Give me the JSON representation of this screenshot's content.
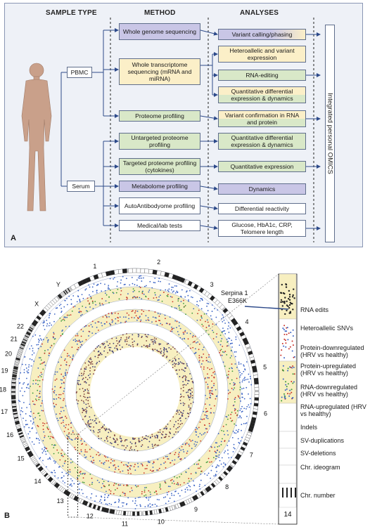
{
  "panel_a": {
    "label": "A",
    "headers": {
      "sample_type": "SAMPLE TYPE",
      "method": "METHOD",
      "analyses": "ANALYSES"
    },
    "samples": {
      "pbmc": "PBMC",
      "serum": "Serum"
    },
    "methods": [
      {
        "id": "wgs",
        "label": "Whole genome sequencing",
        "color": "#c9c6e6"
      },
      {
        "id": "wts",
        "label": "Whole transcriptome sequencing (mRNA and miRNA)",
        "color": "#fbefc8"
      },
      {
        "id": "proteome",
        "label": "Proteome profiling",
        "color": "#d9e8c8"
      },
      {
        "id": "untargeted",
        "label": "Untargeted proteome profiling",
        "color": "#d9e8c8"
      },
      {
        "id": "targeted",
        "label": "Targeted proteome profiling (cytokines)",
        "color": "#d9e8c8"
      },
      {
        "id": "metabolome",
        "label": "Metabolome profiling",
        "color": "#c9c6e6"
      },
      {
        "id": "autoab",
        "label": "AutoAntibodyome profiling",
        "color": "#ffffff"
      },
      {
        "id": "medical",
        "label": "Medical/lab tests",
        "color": "#ffffff"
      }
    ],
    "analyses": [
      {
        "id": "variant",
        "label": "Variant calling/phasing"
      },
      {
        "id": "heteroallelic",
        "label": "Heteroallelic and variant expression"
      },
      {
        "id": "rnaedit",
        "label": "RNA-editing"
      },
      {
        "id": "qdiff1",
        "label": "Quantitative differential expression & dynamics"
      },
      {
        "id": "varconf",
        "label": "Variant confirmation in RNA and protein"
      },
      {
        "id": "qdiff2",
        "label": "Quantitative differential expression & dynamics"
      },
      {
        "id": "qexpr",
        "label": "Quantitative expression"
      },
      {
        "id": "dynamics",
        "label": "Dynamics"
      },
      {
        "id": "diffreact",
        "label": "Differential reactivity"
      },
      {
        "id": "glucose",
        "label": "Glucose, HbA1c, CRP, Telomere length"
      }
    ],
    "integrated": "Integrated personal OMICS"
  },
  "panel_b": {
    "label": "B",
    "chromosomes": [
      "1",
      "2",
      "3",
      "4",
      "5",
      "6",
      "7",
      "8",
      "9",
      "10",
      "11",
      "12",
      "13",
      "14",
      "15",
      "16",
      "17",
      "18",
      "19",
      "20",
      "21",
      "22",
      "X",
      "Y"
    ],
    "callout": "Serpina 1 E366K",
    "zoom_chromosome": "14",
    "legend": [
      "RNA edits",
      "Heteroallelic SNVs",
      "Protein-downregulated (HRV vs healthy)",
      "Protein-upregulated (HRV vs healthy)",
      "RNA-downregulated (HRV vs healthy)",
      "RNA-upregulated (HRV vs healthy)",
      "Indels",
      "SV-duplications",
      "SV-deletions",
      "Chr. ideogram",
      "Chr. number"
    ],
    "colors": {
      "track_fill": "#f7efc0",
      "down": "#3a63c4",
      "up": "#c8322a",
      "green": "#3c9a3c",
      "ideogram": "#222222"
    }
  }
}
